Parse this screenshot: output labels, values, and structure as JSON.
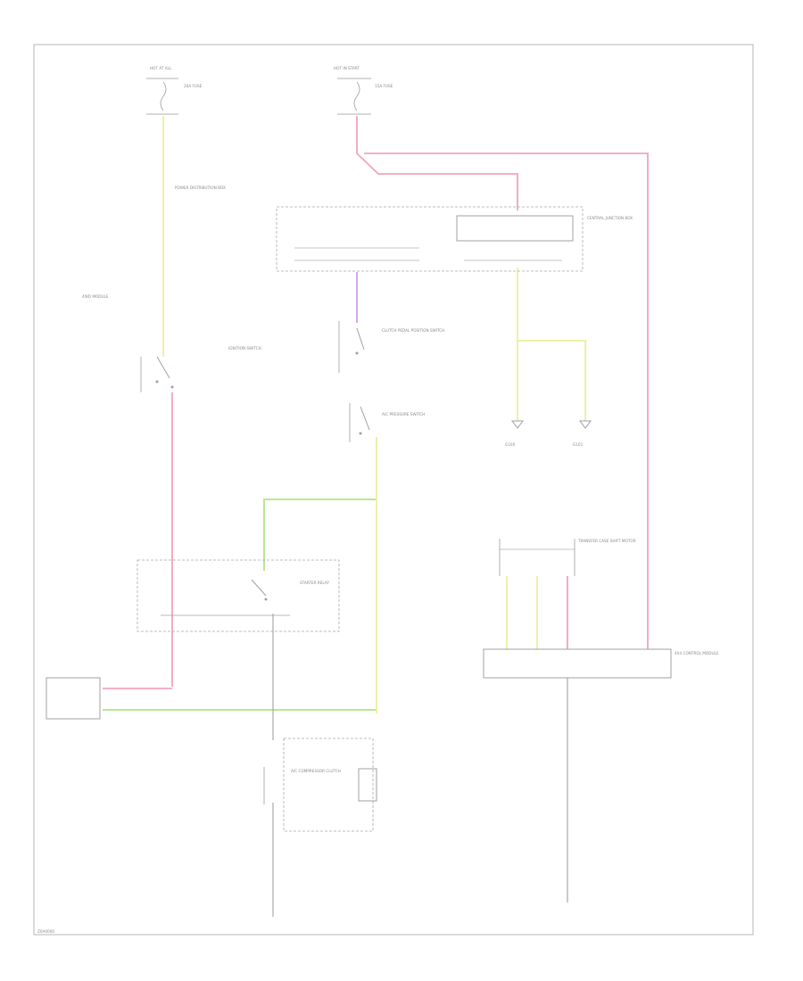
{
  "colors": {
    "pink": "#f0a6b8",
    "yellow": "#eef0a8",
    "green": "#b9e890",
    "violet": "#d7a8ec",
    "gray": "#9a9a9a"
  },
  "labels": {
    "hot_at_all": "HOT AT ALL",
    "hot_in_start": "HOT IN START",
    "fuse_left": "20A FUSE",
    "fuse_right": "15A FUSE",
    "central_junction": "CENTRAL JUNCTION BOX",
    "power_dist": "POWER DISTRIBUTION BOX",
    "four_wd": "4WD MODULE",
    "ignition_switch": "IGNITION SWITCH",
    "clutch_pedal": "CLUTCH PEDAL POSITION SWITCH",
    "ac_pressure": "A/C PRESSURE SWITCH",
    "starter_relay": "STARTER RELAY",
    "transfer_case": "TRANSFER CASE SHIFT MOTOR",
    "4x4_module": "4X4 CONTROL MODULE",
    "ac_compressor": "A/C COMPRESSOR CLUTCH",
    "ground_left": "G100",
    "ground_right": "G101",
    "footer_code": "Z0A0000"
  }
}
